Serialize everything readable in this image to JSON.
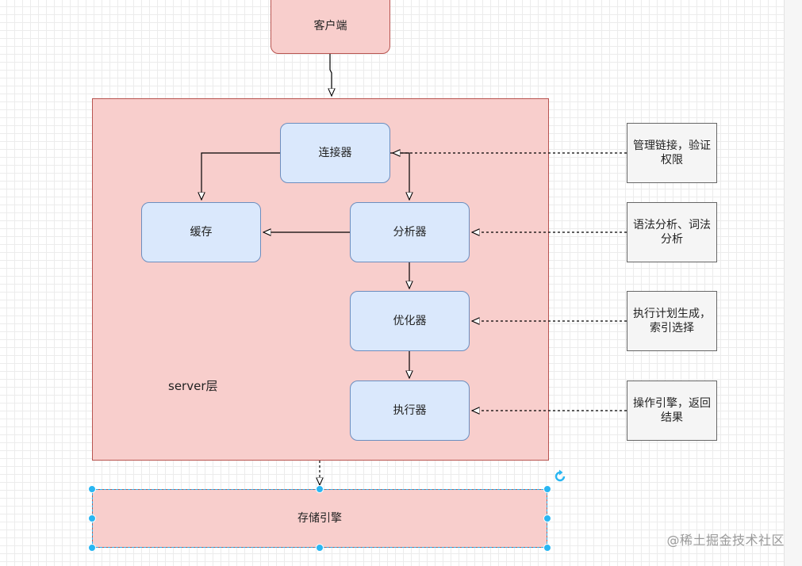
{
  "diagram": {
    "client": "客户端",
    "server_layer": "server层",
    "components": {
      "connector": "连接器",
      "cache": "缓存",
      "analyzer": "分析器",
      "optimizer": "优化器",
      "executor": "执行器"
    },
    "storage_engine": "存储引擎",
    "notes": {
      "connector": "管理链接，验证权限",
      "analyzer": "语法分析、词法分析",
      "optimizer": "执行计划生成，索引选择",
      "executor": "操作引擎，返回结果"
    }
  },
  "colors": {
    "pink_fill": "#f8cecc",
    "pink_stroke": "#b85450",
    "blue_fill": "#dae8fc",
    "blue_stroke": "#6c8ebf",
    "note_fill": "#f5f5f5",
    "selection": "#29b6f2"
  },
  "watermark": "@稀土掘金技术社区"
}
